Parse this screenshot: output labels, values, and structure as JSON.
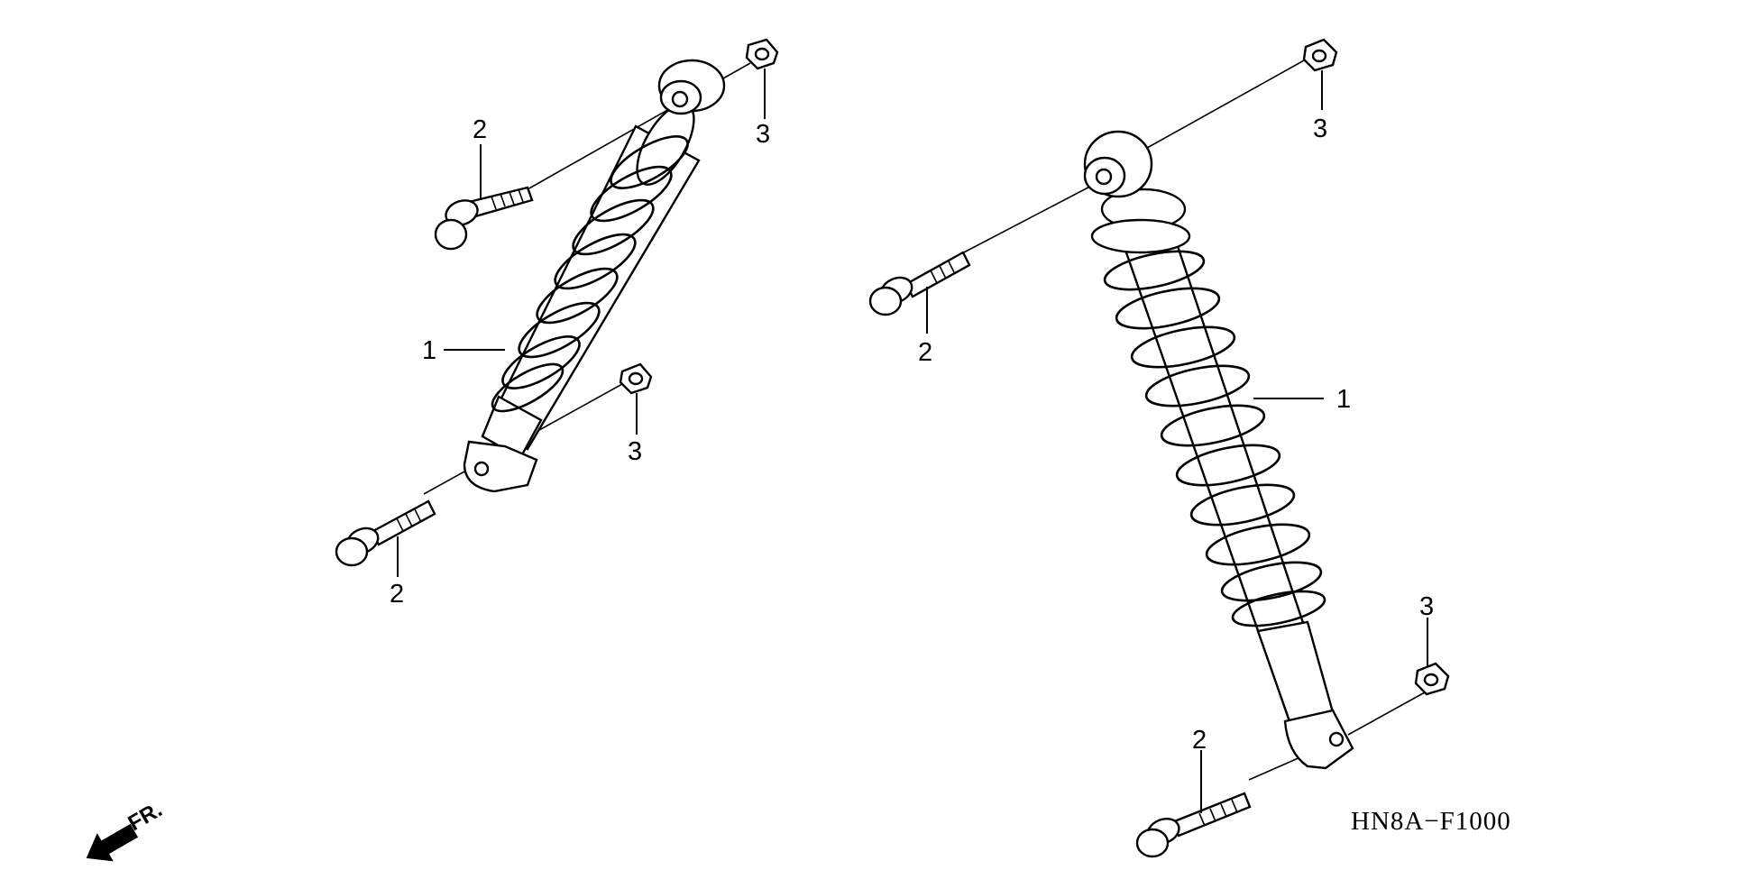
{
  "diagram": {
    "code": "HN8A−F1000",
    "direction_label": "FR.",
    "icons": [
      "front-direction-arrow-icon"
    ],
    "left_assembly": {
      "callouts": {
        "shock": "1",
        "upper_bolt": "2",
        "lower_bolt": "2",
        "upper_nut": "3",
        "lower_nut": "3"
      }
    },
    "right_assembly": {
      "callouts": {
        "shock": "1",
        "upper_bolt": "2",
        "lower_bolt": "2",
        "upper_nut": "3",
        "lower_nut": "3"
      }
    }
  }
}
